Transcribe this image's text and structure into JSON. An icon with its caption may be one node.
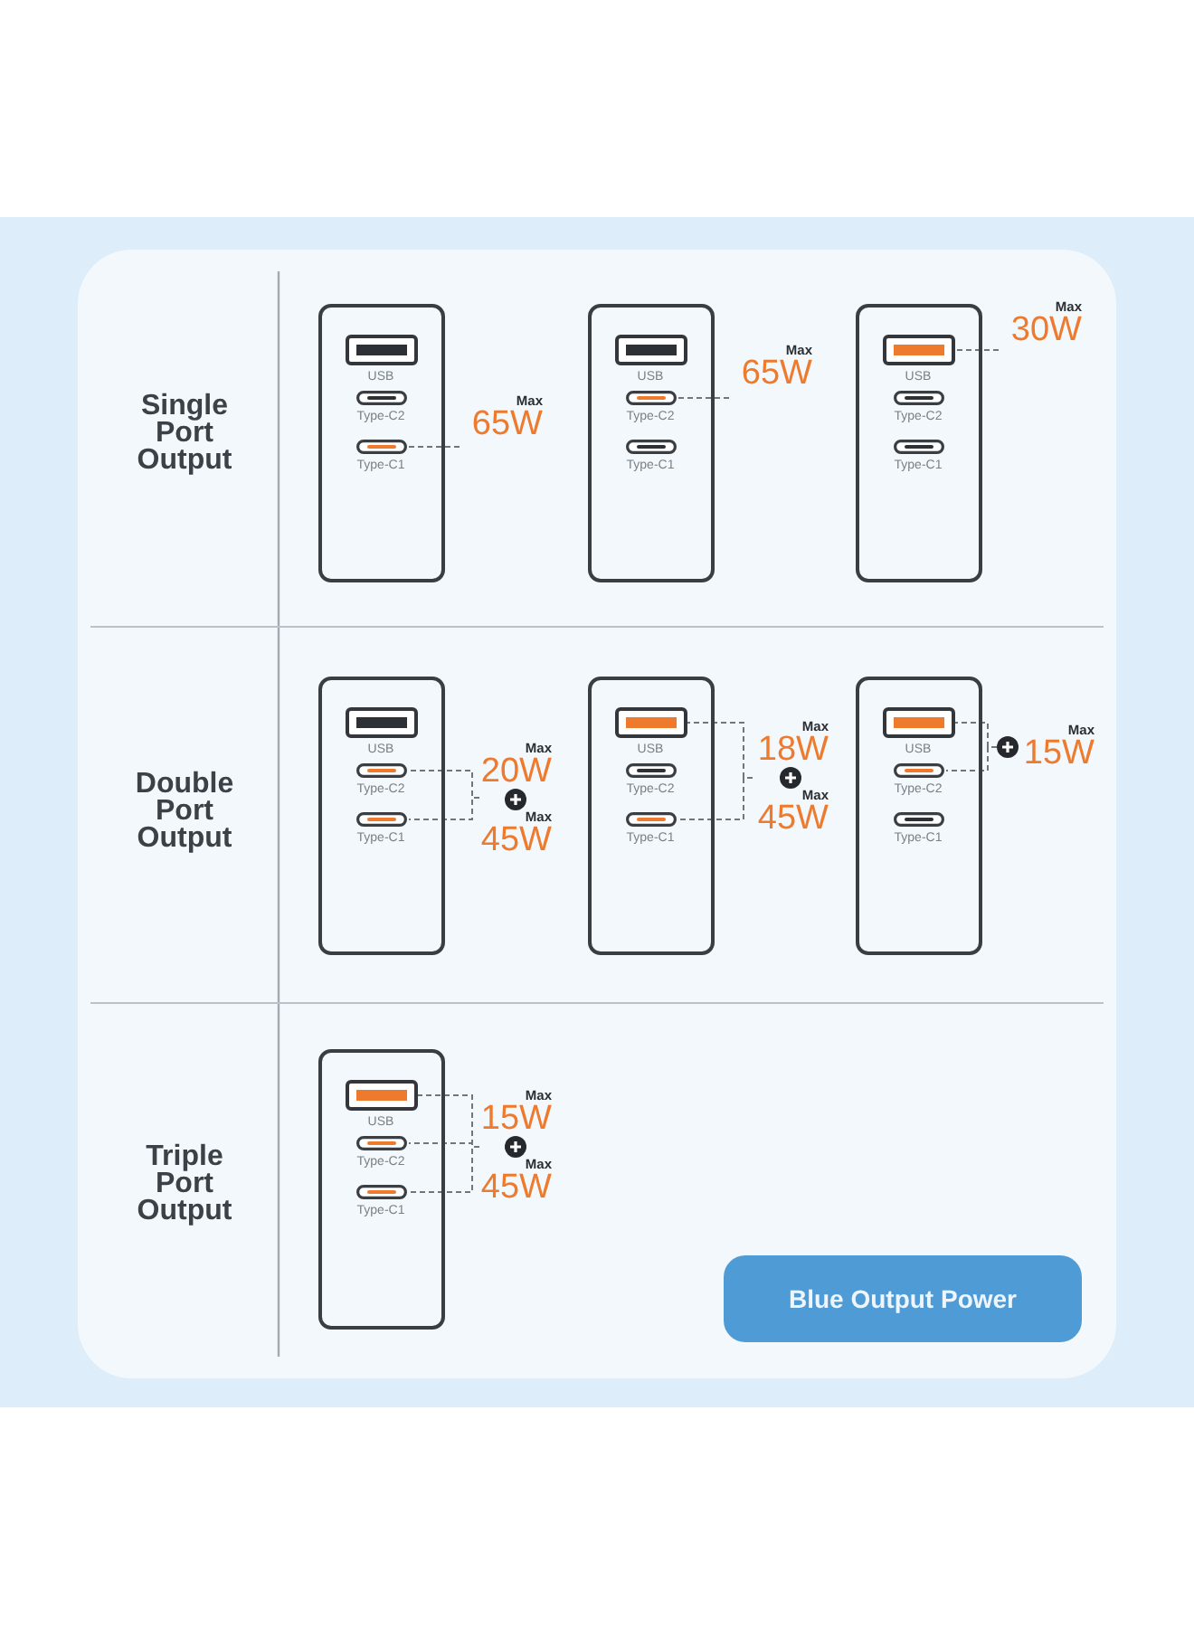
{
  "diagram": {
    "nodes": [
      {
        "text": [
          "Single Port Output"
        ]
      },
      {
        "text": [],
        "shape": "box",
        "in": 0
      },
      {
        "text": [
          "USB"
        ],
        "in": 1
      },
      {
        "text": [
          "Type-C2"
        ],
        "in": 1
      },
      {
        "text": [
          "Type-C1"
        ],
        "in": 1
      },
      {
        "text": [
          "Max",
          "65W"
        ],
        "in": 0
      },
      {
        "text": [],
        "shape": "box",
        "in": 0
      },
      {
        "text": [
          "USB"
        ],
        "in": 6
      },
      {
        "text": [
          "Type-C2"
        ],
        "in": 6
      },
      {
        "text": [
          "Type-C1"
        ],
        "in": 6
      },
      {
        "text": [
          "Max",
          "65W"
        ],
        "in": 0
      },
      {
        "text": [],
        "shape": "box",
        "in": 0
      },
      {
        "text": [
          "USB"
        ],
        "in": 11
      },
      {
        "text": [
          "Type-C2"
        ],
        "in": 11
      },
      {
        "text": [
          "Type-C1"
        ],
        "in": 11
      },
      {
        "text": [
          "Max",
          "30W"
        ],
        "in": 0
      },
      {
        "text": [
          "Double Port Output"
        ]
      },
      {
        "text": [],
        "shape": "box",
        "in": 16
      },
      {
        "text": [
          "USB"
        ],
        "in": 17
      },
      {
        "text": [
          "Type-C2"
        ],
        "in": 17
      },
      {
        "text": [
          "Type-C1"
        ],
        "in": 17
      },
      {
        "text": [
          "Max",
          "20W",
          "Max",
          "45W"
        ],
        "in": 16
      },
      {
        "text": [],
        "shape": "box",
        "in": 16
      },
      {
        "text": [
          "USB"
        ],
        "in": 22
      },
      {
        "text": [
          "Type-C2"
        ],
        "in": 22
      },
      {
        "text": [
          "Type-C1"
        ],
        "in": 22
      },
      {
        "text": [
          "Max",
          "18W",
          "Max",
          "45W"
        ],
        "in": 16
      },
      {
        "text": [],
        "shape": "box",
        "in": 16
      },
      {
        "text": [
          "USB"
        ],
        "in": 27
      },
      {
        "text": [
          "Type-C2"
        ],
        "in": 27
      },
      {
        "text": [
          "Type-C1"
        ],
        "in": 27
      },
      {
        "text": [
          "Max",
          "15W"
        ],
        "in": 16
      },
      {
        "text": [
          "Triple Port Output"
        ]
      },
      {
        "text": [],
        "shape": "box",
        "in": 32
      },
      {
        "text": [
          "USB"
        ],
        "in": 33
      },
      {
        "text": [
          "Type-C2"
        ],
        "in": 33
      },
      {
        "text": [
          "Type-C1"
        ],
        "in": 33
      },
      {
        "text": [
          "Max",
          "15W",
          "Max",
          "45W"
        ],
        "in": 32
      },
      {
        "text": [
          "Blue Output Power"
        ],
        "in": 32
      }
    ],
    "edges": [
      {
        "from": 5,
        "to": 4,
        "arrow": "none",
        "style": "dashed"
      },
      {
        "from": 10,
        "to": 8,
        "arrow": "none",
        "style": "dashed"
      },
      {
        "from": 15,
        "to": 12,
        "arrow": "none",
        "style": "dashed"
      },
      {
        "from": 21,
        "to": 19,
        "arrow": "none",
        "style": "dashed"
      },
      {
        "from": 21,
        "to": 20,
        "arrow": "none",
        "style": "dashed"
      },
      {
        "from": 26,
        "to": 23,
        "arrow": "none",
        "style": "dashed"
      },
      {
        "from": 26,
        "to": 25,
        "arrow": "none",
        "style": "dashed"
      },
      {
        "from": 31,
        "to": 28,
        "arrow": "none",
        "style": "dashed"
      },
      {
        "from": 31,
        "to": 29,
        "arrow": "none",
        "style": "dashed"
      },
      {
        "from": 37,
        "to": 34,
        "arrow": "none",
        "style": "dashed"
      },
      {
        "from": 37,
        "to": 35,
        "arrow": "none",
        "style": "dashed"
      },
      {
        "from": 37,
        "to": 36,
        "arrow": "none",
        "style": "dashed"
      }
    ]
  }
}
